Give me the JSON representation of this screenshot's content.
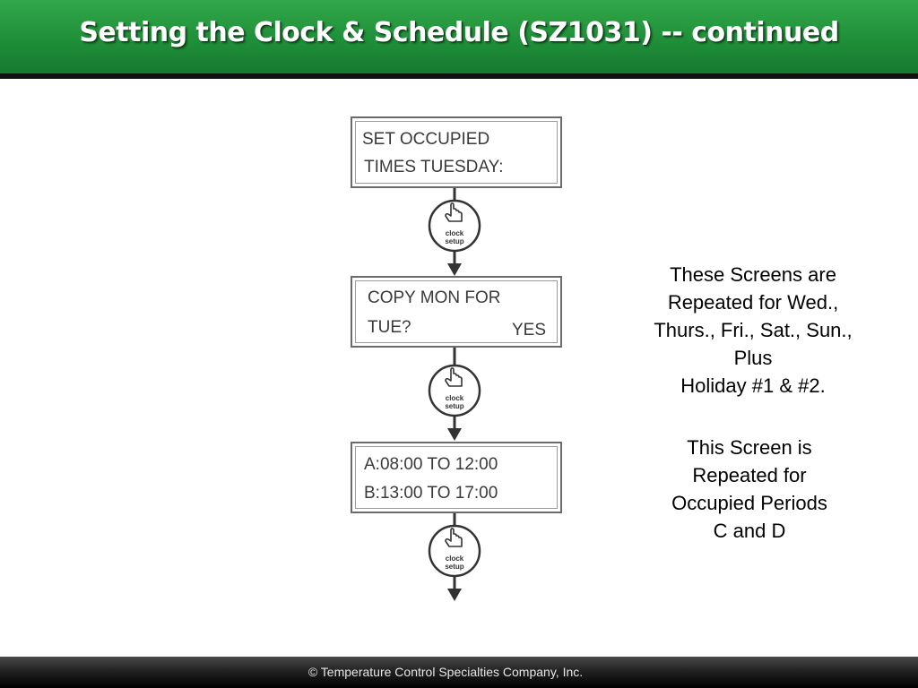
{
  "slide": {
    "title": "Setting the Clock & Schedule (SZ1031) -- continued",
    "footer": "© Temperature Control Specialties Company, Inc."
  },
  "screens": [
    {
      "line1": "SET OCCUPIED",
      "line2": "TIMES TUESDAY:",
      "line2_right": ""
    },
    {
      "line1": "COPY MON FOR",
      "line2": "TUE?",
      "line2_right": "YES"
    },
    {
      "line1": "A:08:00 TO 12:00",
      "line2": "B:13:00 TO 17:00",
      "line2_right": ""
    }
  ],
  "button": {
    "label_line1": "clock",
    "label_line2": "setup",
    "icon": "pointing-hand-icon"
  },
  "notes": {
    "repeat_days": [
      "These Screens are",
      "Repeated for Wed.,",
      "Thurs., Fri., Sat., Sun.,",
      "Plus",
      "Holiday #1 & #2."
    ],
    "repeat_periods": [
      "This Screen is",
      "Repeated for",
      "Occupied Periods",
      "C and D"
    ]
  },
  "colors": {
    "title_green": "#1f8f39",
    "title_text": "#ffffff",
    "footer_dark": "#222222"
  }
}
